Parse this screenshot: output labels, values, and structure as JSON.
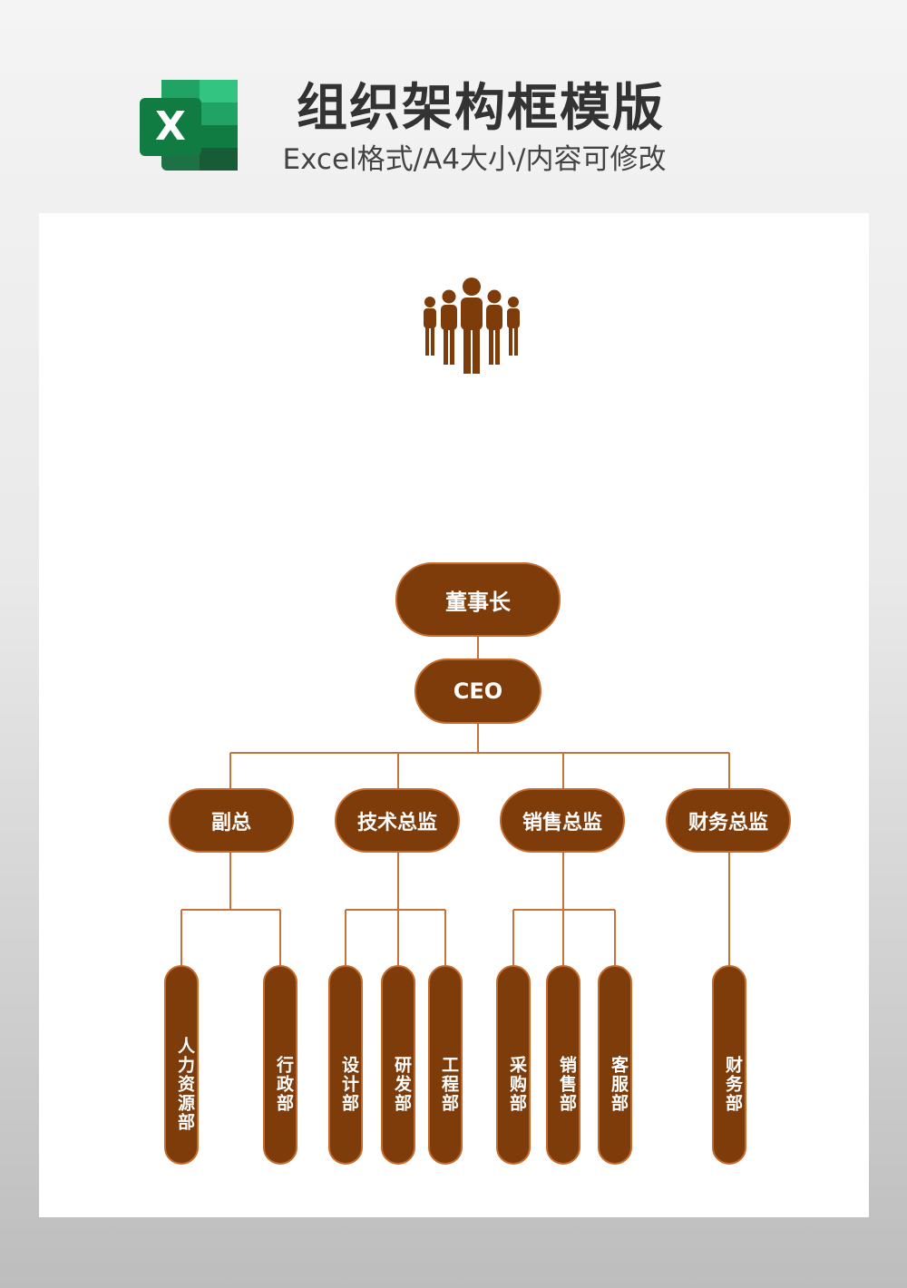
{
  "header": {
    "title": "组织架构框模版",
    "subtitle": "Excel格式/A4大小/内容可修改",
    "logo_letter": "X"
  },
  "colors": {
    "node_fill": "#7f3c0b",
    "node_border": "#c46a2c",
    "connector": "#c8713a",
    "excel_green": "#1e7145"
  },
  "chart": {
    "root": "董事长",
    "ceo": "CEO",
    "directors": [
      "副总",
      "技术总监",
      "销售总监",
      "财务总监"
    ],
    "departments": [
      [
        "人力资源部",
        "行政部"
      ],
      [
        "设计部",
        "研发部",
        "工程部"
      ],
      [
        "采购部",
        "销售部",
        "客服部"
      ],
      [
        "财务部"
      ]
    ]
  }
}
